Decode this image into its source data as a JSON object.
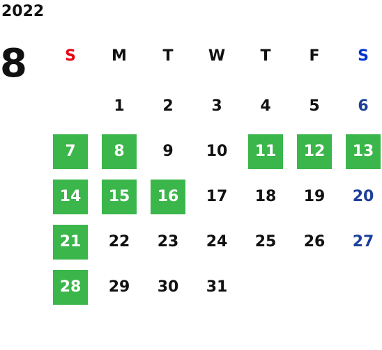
{
  "calendar": {
    "year": "2022",
    "month": "8",
    "weekdays": [
      {
        "label": "S",
        "color": "#e60012"
      },
      {
        "label": "M",
        "color": "#111111"
      },
      {
        "label": "T",
        "color": "#111111"
      },
      {
        "label": "W",
        "color": "#111111"
      },
      {
        "label": "T",
        "color": "#111111"
      },
      {
        "label": "F",
        "color": "#111111"
      },
      {
        "label": "S",
        "color": "#0033cc"
      }
    ],
    "highlight_color": "#3bb64b",
    "saturday_date_color": "#1e3f9a",
    "weeks": [
      [
        {
          "day": ""
        },
        {
          "day": "1"
        },
        {
          "day": "2"
        },
        {
          "day": "3"
        },
        {
          "day": "4"
        },
        {
          "day": "5"
        },
        {
          "day": "6",
          "saturday": true
        }
      ],
      [
        {
          "day": "7",
          "highlighted": true
        },
        {
          "day": "8",
          "highlighted": true
        },
        {
          "day": "9"
        },
        {
          "day": "10"
        },
        {
          "day": "11",
          "highlighted": true
        },
        {
          "day": "12",
          "highlighted": true
        },
        {
          "day": "13",
          "highlighted": true
        }
      ],
      [
        {
          "day": "14",
          "highlighted": true
        },
        {
          "day": "15",
          "highlighted": true
        },
        {
          "day": "16",
          "highlighted": true
        },
        {
          "day": "17"
        },
        {
          "day": "18"
        },
        {
          "day": "19"
        },
        {
          "day": "20",
          "saturday": true
        }
      ],
      [
        {
          "day": "21",
          "highlighted": true
        },
        {
          "day": "22"
        },
        {
          "day": "23"
        },
        {
          "day": "24"
        },
        {
          "day": "25"
        },
        {
          "day": "26"
        },
        {
          "day": "27",
          "saturday": true
        }
      ],
      [
        {
          "day": "28",
          "highlighted": true
        },
        {
          "day": "29"
        },
        {
          "day": "30"
        },
        {
          "day": "31"
        },
        {
          "day": ""
        },
        {
          "day": ""
        },
        {
          "day": ""
        }
      ]
    ]
  }
}
